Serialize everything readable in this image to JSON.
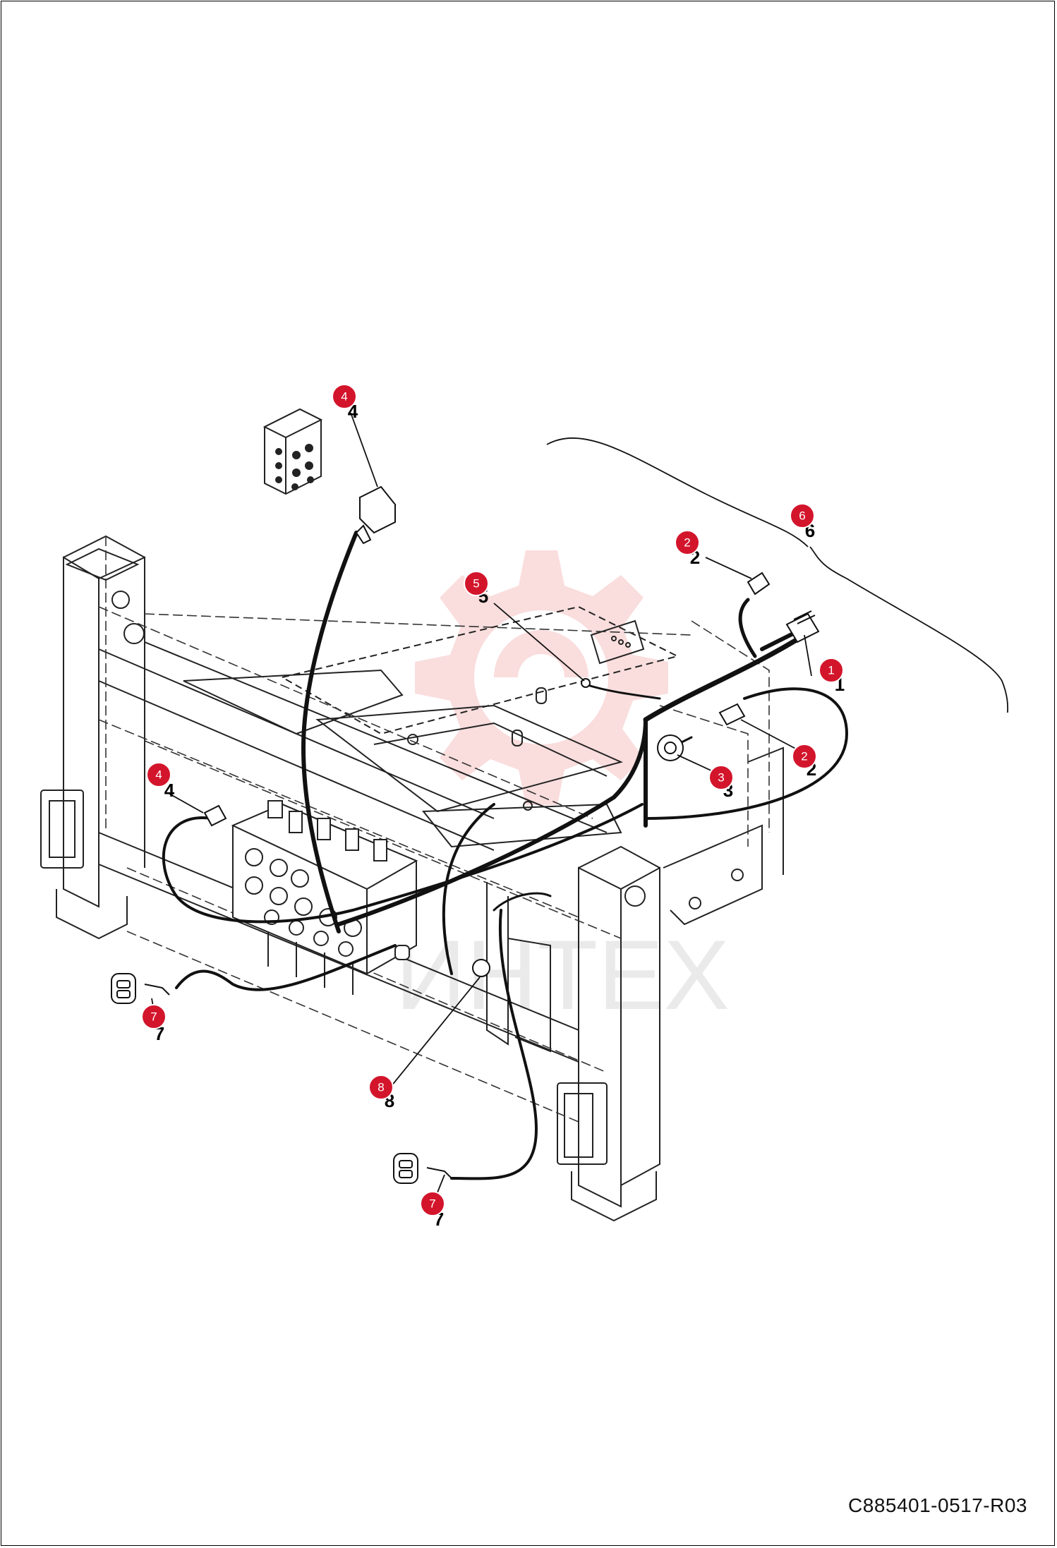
{
  "drawing": {
    "reference_code": "C885401-0517-R03",
    "watermark_text": "ИНТЕХ",
    "callout_color": "#d3152c",
    "watermark_color": "#f6c3c3"
  },
  "callouts": [
    {
      "id": "callout-4-top",
      "label": "4",
      "part": "4"
    },
    {
      "id": "callout-6",
      "label": "6",
      "part": "6"
    },
    {
      "id": "callout-2-top",
      "label": "2",
      "part": "2"
    },
    {
      "id": "callout-5",
      "label": "5",
      "part": "5"
    },
    {
      "id": "callout-1",
      "label": "1",
      "part": "1"
    },
    {
      "id": "callout-2-right",
      "label": "2",
      "part": "2"
    },
    {
      "id": "callout-3",
      "label": "3",
      "part": "3"
    },
    {
      "id": "callout-4-left",
      "label": "4",
      "part": "4"
    },
    {
      "id": "callout-7-left",
      "label": "7",
      "part": "7"
    },
    {
      "id": "callout-8",
      "label": "8",
      "part": "8"
    },
    {
      "id": "callout-7-bottom",
      "label": "7",
      "part": "7"
    }
  ]
}
